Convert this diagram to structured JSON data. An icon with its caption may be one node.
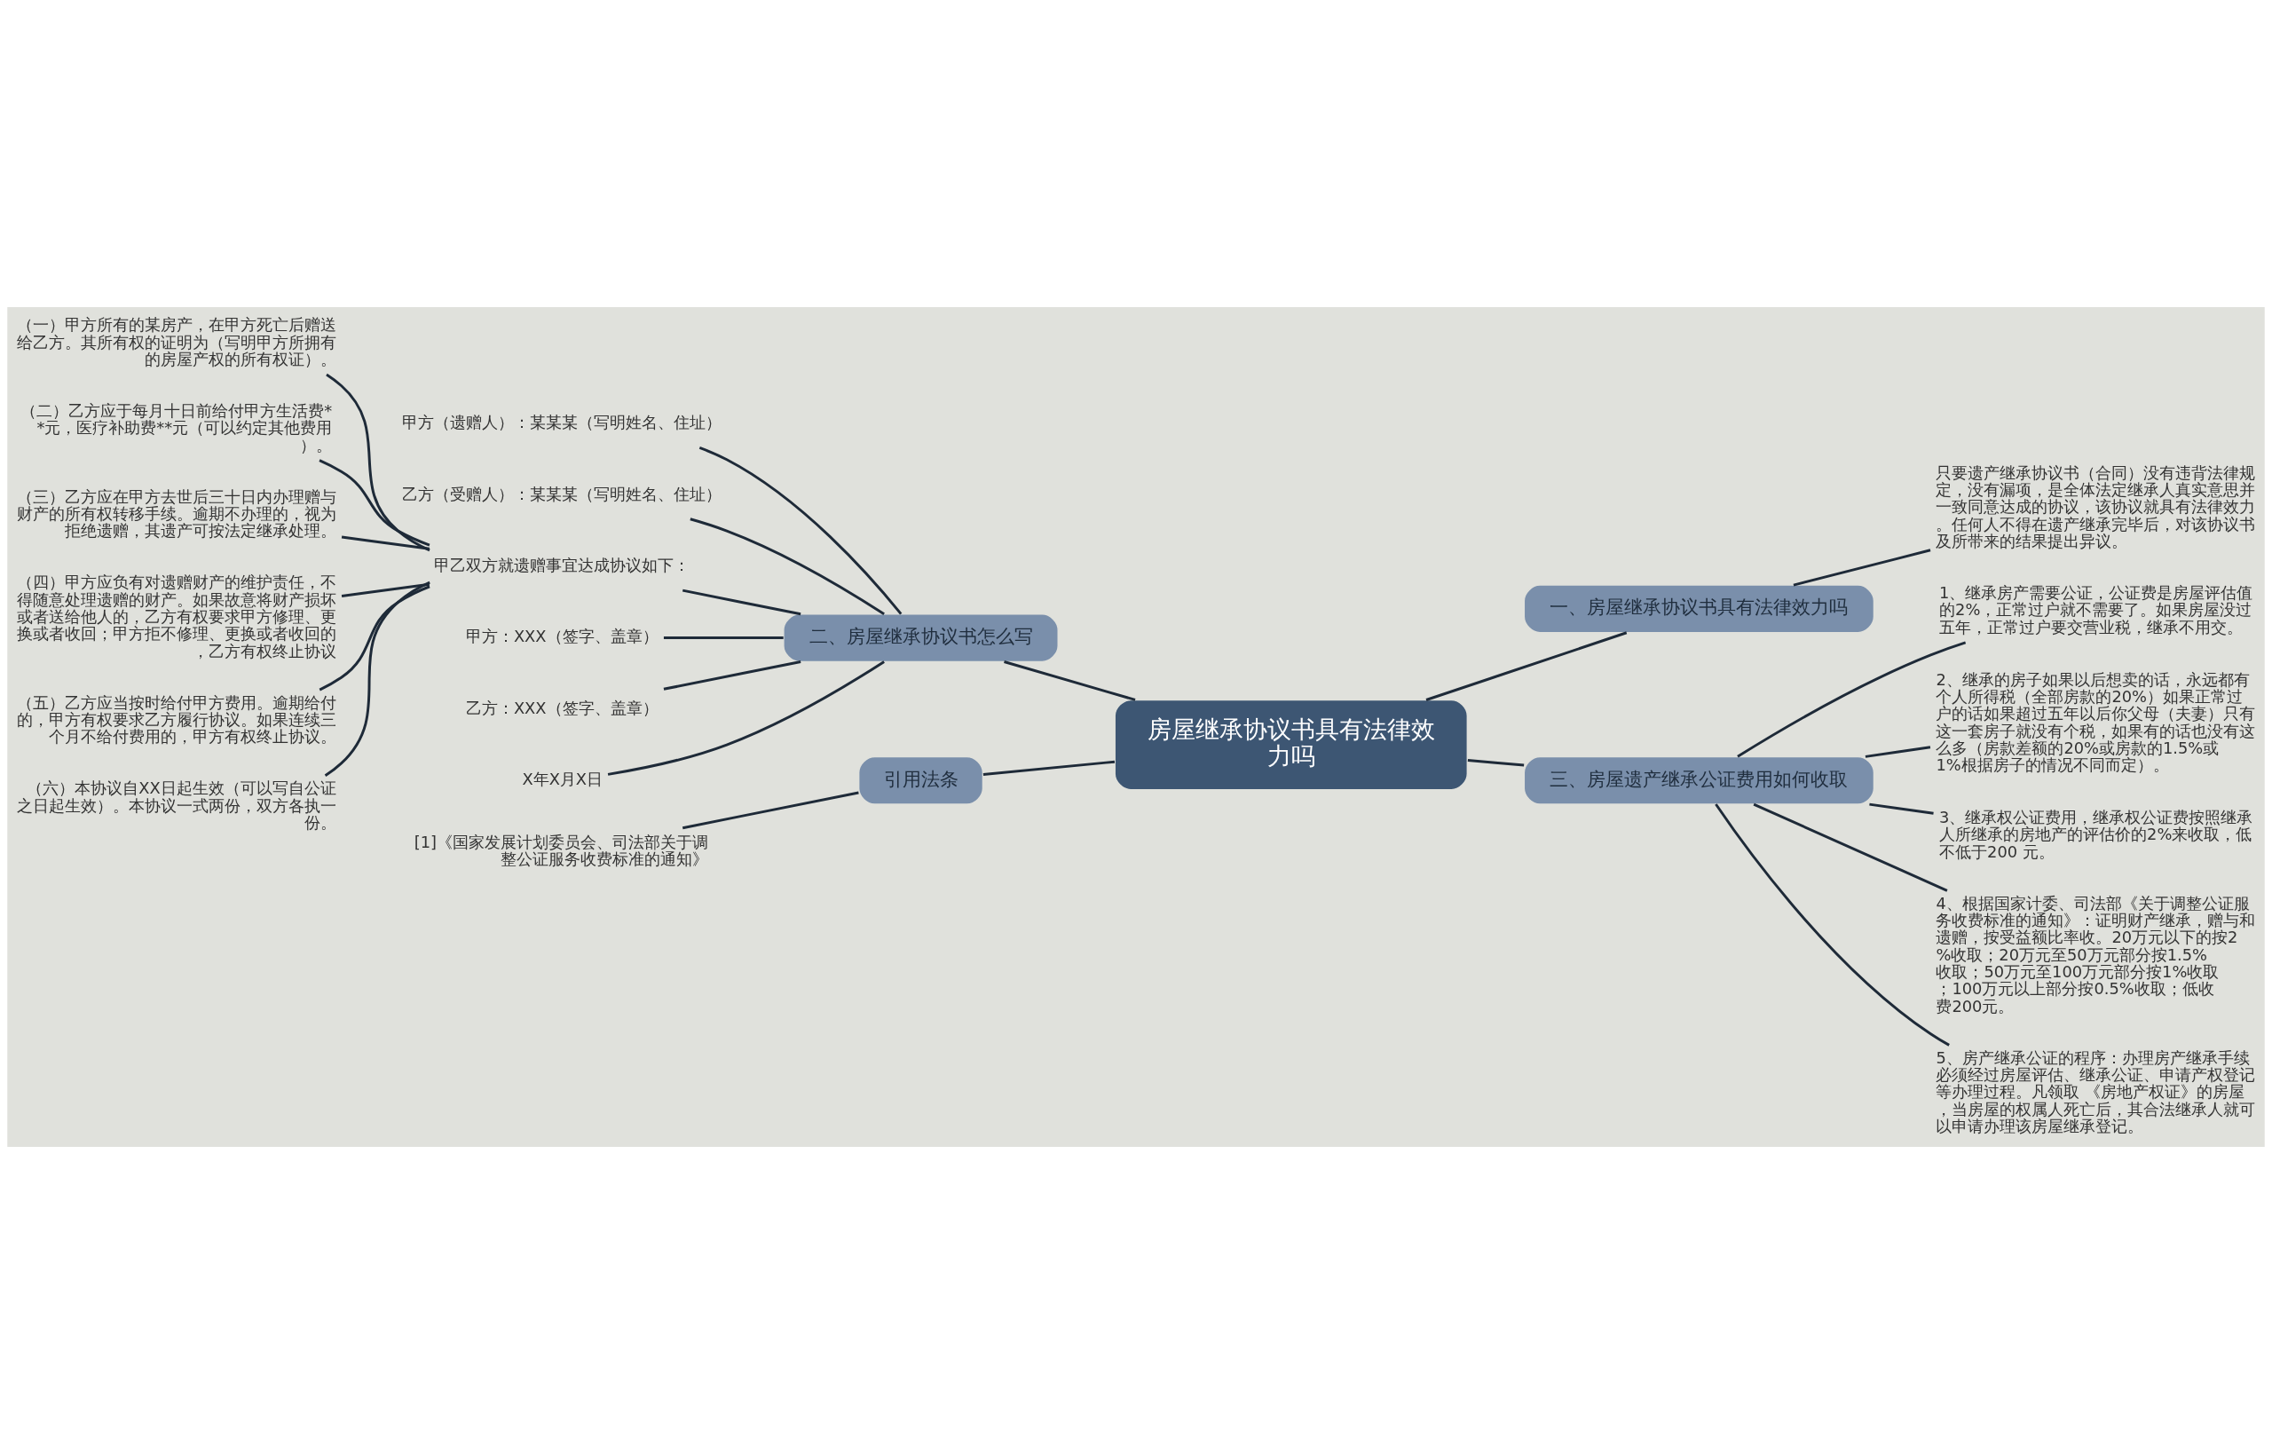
{
  "diagram": {
    "nodes": [
      {
        "text": [
          "房屋继承协议书具有法律效力吗"
        ]
      },
      {
        "text": [
          "一、房屋继承协议书具有法律效力吗"
        ]
      },
      {
        "text": [
          "只要遗产继承协议书（合同）没有违背法律规定，没有漏项，是全体法定继承人真实意思并一致同意达成的协议，该协议就具有法律效力。任何人不得在遗产继承完毕后，对该协议书及所带来的结果提出异议。"
        ]
      },
      {
        "text": [
          "三、房屋遗产继承公证费用如何收取"
        ]
      },
      {
        "text": [
          "1、继承房产需要公证，公证费是房屋评估值的2%，正常过户就不需要了。如果房屋没过五年，正常过户要交营业税，继承不用交。"
        ]
      },
      {
        "text": [
          "2、继承的房子如果以后想卖的话，永远都有个人所得税（全部房款的20%）如果正常过户的话如果超过五年以后你父母（夫妻）只有这一套房子就没有个税，如果有的话也没有这么多（房款差额的20%或房款的1.5%或1%根据房子的情况不同而定）。"
        ]
      },
      {
        "text": [
          "3、继承权公证费用，继承权公证费按照继承人所继承的房地产的评估价的2%来收取，低不低于200 元。"
        ]
      },
      {
        "text": [
          "4、根据国家计委、司法部《关于调整公证服务收费标准的通知》：证明财产继承，赠与和遗赠，按受益额比率收。20万元以下的按2%收取；20万元至50万元部分按1.5%收取；50万元至100万元部分按1%收取；100万元以上部分按0.5%收取；低收费200元。"
        ]
      },
      {
        "text": [
          "5、房产继承公证的程序：办理房产继承手续必须经过房屋评估、继承公证、申请产权登记等办理过程。凡领取 《房地产权证》的房屋，当房屋的权属人死亡后，其合法继承人就可以申请办理该房屋继承登记。"
        ]
      },
      {
        "text": [
          "二、房屋继承协议书怎么写"
        ]
      },
      {
        "text": [
          "甲方（遗赠人）：某某某（写明姓名、住址）"
        ]
      },
      {
        "text": [
          "乙方（受赠人）：某某某（写明姓名、住址）"
        ]
      },
      {
        "text": [
          "甲乙双方就遗赠事宜达成协议如下："
        ]
      },
      {
        "text": [
          "（一）甲方所有的某房产，在甲方死亡后赠送给乙方。其所有权的证明为（写明甲方所拥有的房屋产权的所有权证）。"
        ]
      },
      {
        "text": [
          "（二）乙方应于每月十日前给付甲方生活费**元，医疗补助费**元（可以约定其他费用）。"
        ]
      },
      {
        "text": [
          "（三）乙方应在甲方去世后三十日内办理赠与财产的所有权转移手续。逾期不办理的，视为拒绝遗赠，其遗产可按法定继承处理。"
        ]
      },
      {
        "text": [
          "（四）甲方应负有对遗赠财产的维护责任，不得随意处理遗赠的财产。如果故意将财产损坏或者送给他人的，乙方有权要求甲方修理、更换或者收回；甲方拒不修理、更换或者收回的，乙方有权终止协议"
        ]
      },
      {
        "text": [
          "（五）乙方应当按时给付甲方费用。逾期给付的，甲方有权要求乙方履行协议。如果连续三个月不给付费用的，甲方有权终止协议。"
        ]
      },
      {
        "text": [
          "（六）本协议自XX日起生效（可以写自公证之日起生效）。本协议一式两份，双方各执一份。"
        ]
      },
      {
        "text": [
          "甲方：XXX（签字、盖章）"
        ]
      },
      {
        "text": [
          "乙方：XXX（签字、盖章）"
        ]
      },
      {
        "text": [
          "X年X月X日"
        ]
      },
      {
        "text": [
          "引用法条"
        ]
      },
      {
        "text": [
          "[1]《国家发展计划委员会、司法部关于调整公证服务收费标准的通知》"
        ]
      }
    ],
    "edges": [
      {
        "from": 0,
        "to": 1,
        "arrow": "none"
      },
      {
        "from": 1,
        "to": 2,
        "arrow": "none"
      },
      {
        "from": 0,
        "to": 3,
        "arrow": "none"
      },
      {
        "from": 3,
        "to": 4,
        "arrow": "none"
      },
      {
        "from": 3,
        "to": 5,
        "arrow": "none"
      },
      {
        "from": 3,
        "to": 6,
        "arrow": "none"
      },
      {
        "from": 3,
        "to": 7,
        "arrow": "none"
      },
      {
        "from": 3,
        "to": 8,
        "arrow": "none"
      },
      {
        "from": 0,
        "to": 9,
        "arrow": "none"
      },
      {
        "from": 9,
        "to": 10,
        "arrow": "none"
      },
      {
        "from": 9,
        "to": 11,
        "arrow": "none"
      },
      {
        "from": 9,
        "to": 12,
        "arrow": "none"
      },
      {
        "from": 12,
        "to": 13,
        "arrow": "none"
      },
      {
        "from": 12,
        "to": 14,
        "arrow": "none"
      },
      {
        "from": 12,
        "to": 15,
        "arrow": "none"
      },
      {
        "from": 12,
        "to": 16,
        "arrow": "none"
      },
      {
        "from": 12,
        "to": 17,
        "arrow": "none"
      },
      {
        "from": 12,
        "to": 18,
        "arrow": "none"
      },
      {
        "from": 9,
        "to": 19,
        "arrow": "none"
      },
      {
        "from": 9,
        "to": 20,
        "arrow": "none"
      },
      {
        "from": 9,
        "to": 21,
        "arrow": "none"
      },
      {
        "from": 0,
        "to": 22,
        "arrow": "none"
      },
      {
        "from": 22,
        "to": 23,
        "arrow": "none"
      }
    ]
  }
}
